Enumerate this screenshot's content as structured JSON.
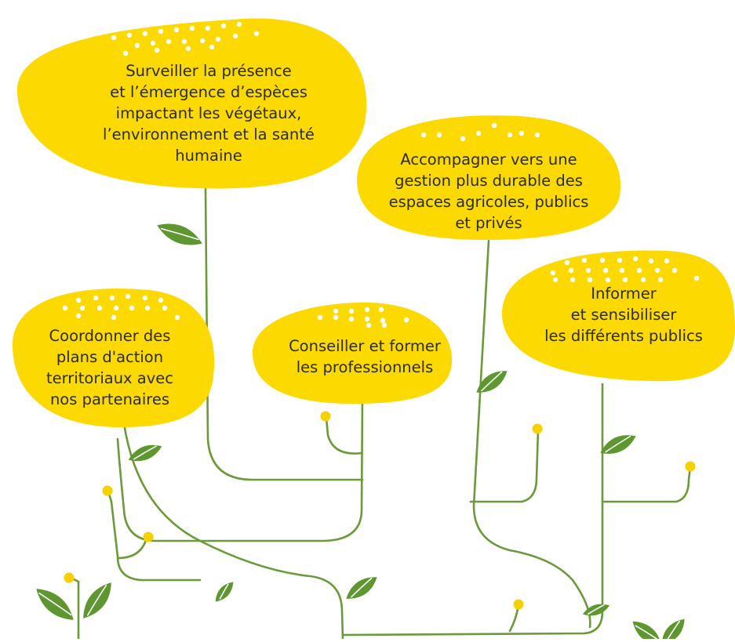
{
  "colors": {
    "bubble": "#FCD900",
    "stem": "#6A9A3A",
    "leaf": "#5E9630",
    "leaf_vein": "#FFFFFF",
    "dot": "#FFFFFF",
    "bud": "#F7D000",
    "text": "#2C2C2C"
  },
  "bubbles": [
    {
      "id": "surveiller",
      "text": "Surveiller la présence\net l’émergence d’espèces\nimpactant les végétaux,\nl’environnement et la santé\nhumaine"
    },
    {
      "id": "accompagner",
      "text": "Accompagner vers une\ngestion plus durable des\nespaces agricoles, publics\net privés"
    },
    {
      "id": "informer",
      "text": "Informer\net sensibiliser\nles différents publics"
    },
    {
      "id": "coordonner",
      "text": "Coordonner des\nplans d'action\nterritoriaux avec\nnos partenaires"
    },
    {
      "id": "conseiller",
      "text": "Conseiller et former\nles professionnels"
    }
  ]
}
